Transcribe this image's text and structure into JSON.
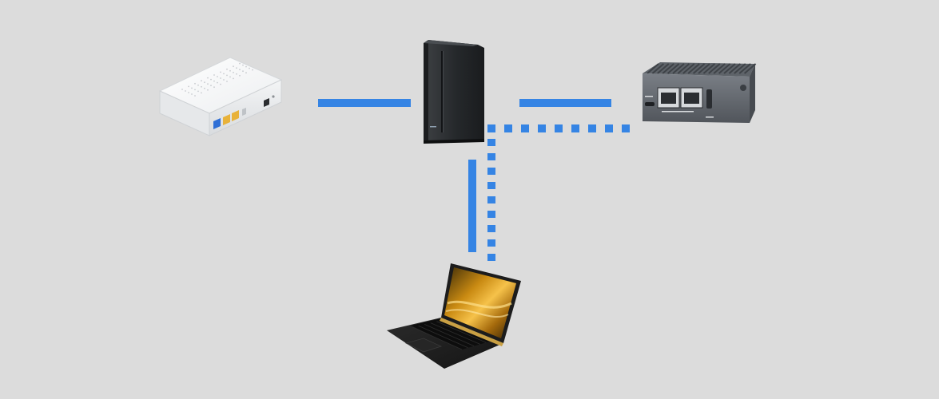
{
  "diagram": {
    "background_color": "#dcdcdc",
    "link_color": "#3584e4",
    "nodes": [
      {
        "id": "onu-modem",
        "icon": "white-fiber-modem-icon"
      },
      {
        "id": "main-router",
        "icon": "black-tower-router-icon"
      },
      {
        "id": "soft-router",
        "icon": "grey-mini-router-icon"
      },
      {
        "id": "laptop",
        "icon": "laptop-icon"
      }
    ],
    "links": [
      {
        "from": "onu-modem",
        "to": "main-router",
        "style": "solid"
      },
      {
        "from": "main-router",
        "to": "soft-router",
        "style": "solid"
      },
      {
        "from": "main-router",
        "to": "laptop",
        "style": "solid"
      },
      {
        "from": "soft-router",
        "to": "laptop",
        "style": "dotted"
      }
    ]
  }
}
